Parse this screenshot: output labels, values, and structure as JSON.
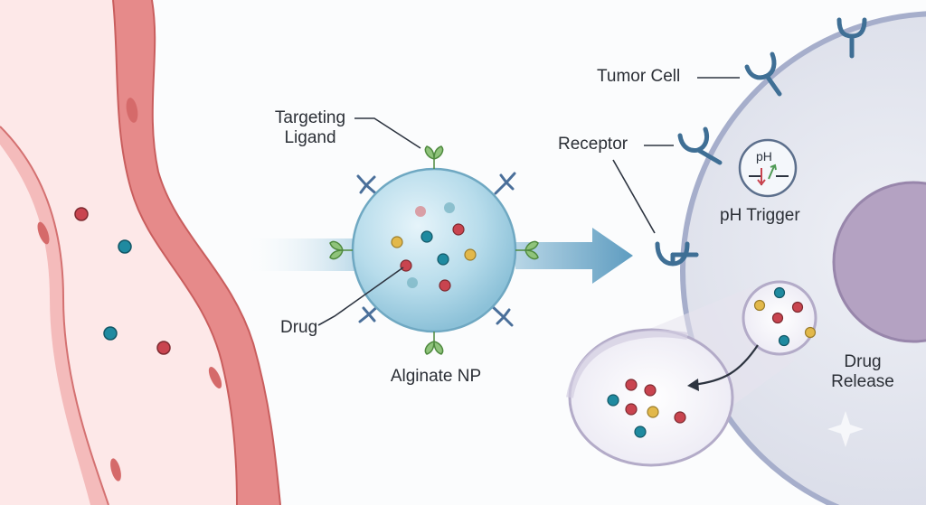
{
  "labels": {
    "targeting_ligand_line1": "Targeting",
    "targeting_ligand_line2": "Ligand",
    "drug": "Drug",
    "alginate_np": "Alginate NP",
    "tumor_cell": "Tumor Cell",
    "receptor": "Receptor",
    "ph_trigger": "pH Trigger",
    "ph_icon_text": "pH",
    "drug_release_line1": "Drug",
    "drug_release_line2": "Release"
  },
  "colors": {
    "vessel_wall": "#e88d8d",
    "vessel_lumen": "#fde7e7",
    "nanoparticle": "#a9d5e8",
    "cell": "#dfe2ec",
    "nucleus": "#b4a2c2",
    "receptor": "#3f6f95",
    "ligand": "#7cb26a",
    "drug_red": "#c9444f",
    "drug_teal": "#1f8aa0",
    "drug_yellow": "#e2b84a",
    "arrow": "#6ea7c7"
  },
  "icons": [
    "ph-trigger-icon",
    "release-arrow-icon",
    "sparkle-icon"
  ]
}
